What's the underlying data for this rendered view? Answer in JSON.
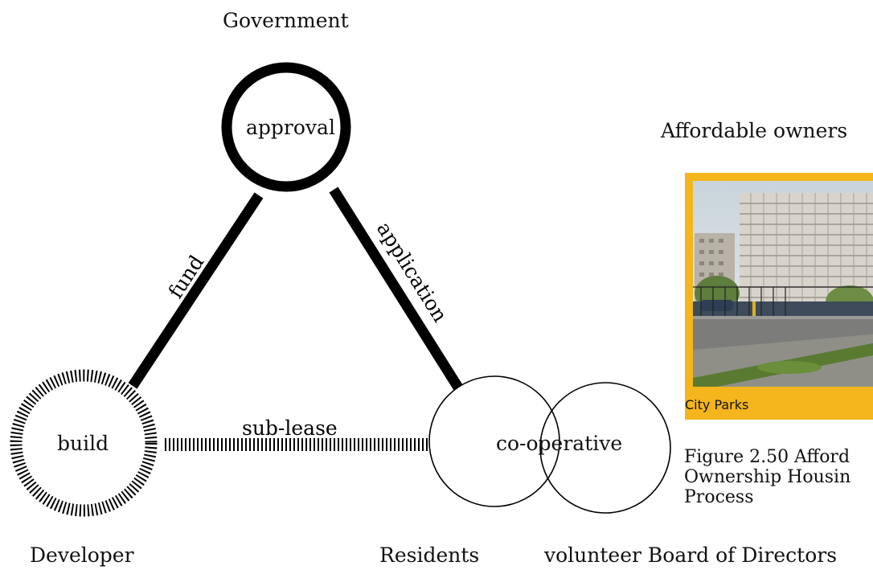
{
  "nodes": {
    "government": "Government",
    "approval": "approval",
    "build": "build",
    "developer": "Developer",
    "cooperative": "co-operative",
    "residents": "Residents",
    "board": "volunteer Board of Directors"
  },
  "edges": {
    "fund": "fund",
    "application": "application",
    "sublease": "sub-lease"
  },
  "side": {
    "title": "Affordable owners",
    "photo_credit": "City Parks",
    "caption": "Figure 2.50 Afford Ownership Housin Process"
  },
  "colors": {
    "stroke": "#000000",
    "frame": "#f4b51d"
  }
}
